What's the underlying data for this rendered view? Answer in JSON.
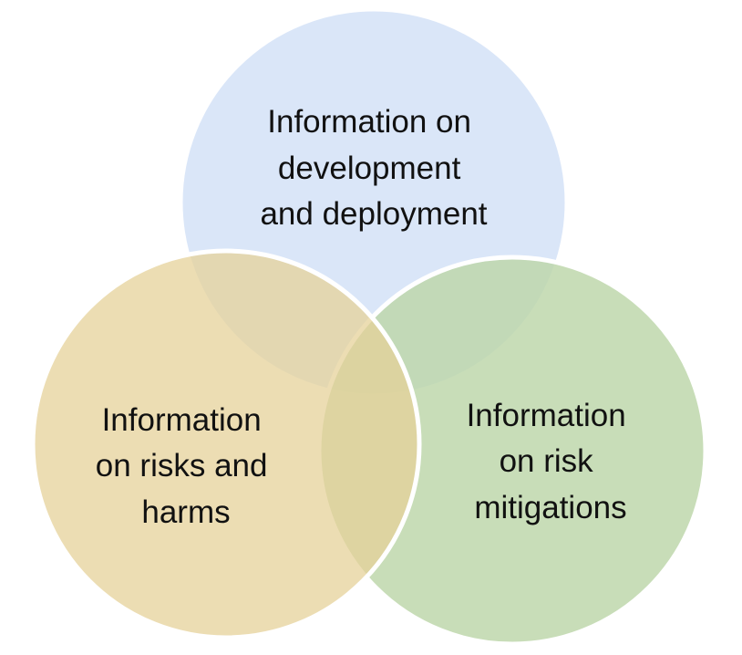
{
  "diagram": {
    "type": "venn",
    "sets": [
      {
        "id": "development",
        "lines": [
          "Information on",
          "development",
          "and deployment"
        ],
        "color": "#d5e3f7"
      },
      {
        "id": "risks",
        "lines": [
          "Information",
          "on risks and",
          "harms"
        ],
        "color": "#e6d199"
      },
      {
        "id": "mitigations",
        "lines": [
          "Information",
          "on risk",
          "mitigations"
        ],
        "color": "#bcd5a8"
      }
    ],
    "outline_color": "#ffffff"
  }
}
